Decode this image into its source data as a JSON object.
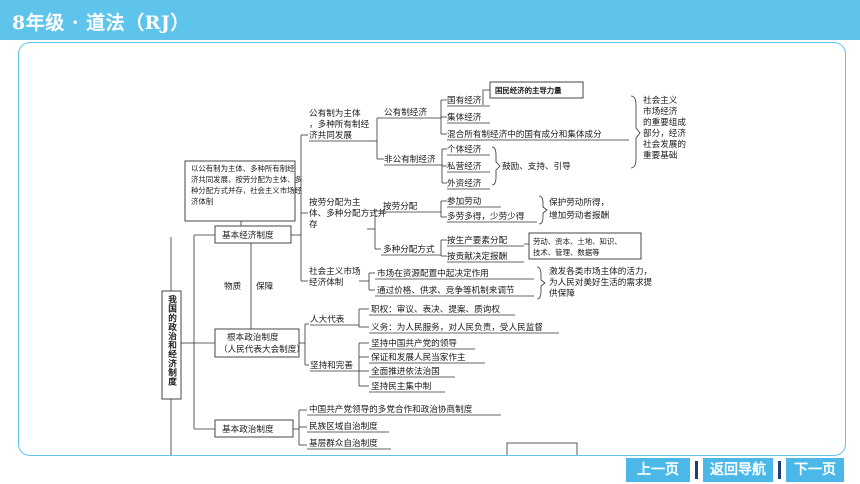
{
  "header": {
    "title": "8年级 · 道法（RJ）"
  },
  "colors": {
    "accent": "#5fc4ec",
    "button": "#4cb8e8"
  },
  "mindmap": {
    "root": "我国的政治和经济制度",
    "note_box": "以公有制为主体、多种所有制经济共同发展，按劳分配为主体、多种分配方式并存，社会主义市场经济体制",
    "link_left": "物质",
    "link_right": "保障",
    "economic": {
      "title": "基本经济制度",
      "ownership": {
        "label": "公有制为主体，多种所有制经济共同发展",
        "public": {
          "label": "公有制经济",
          "items": [
            "国有经济",
            "集体经济",
            "混合所有制经济中的国有成分和集体成分"
          ],
          "callout": "国民经济的主导力量"
        },
        "nonpublic": {
          "label": "非公有制经济",
          "items": [
            "个体经济",
            "私营经济",
            "外资经济"
          ],
          "policy": "鼓励、支持、引导"
        },
        "side_note": "社会主义市场经济的重要组成部分，经济社会发展的重要基础"
      },
      "distribution": {
        "label": "按劳分配为主体、多种分配方式并存",
        "labor": {
          "label": "按劳分配",
          "items": [
            "参加劳动",
            "多劳多得，少劳少得"
          ],
          "note": "保护劳动所得，增加劳动者报酬"
        },
        "multiple": {
          "label": "多种分配方式",
          "items": [
            "按生产要素分配",
            "按贡献决定报酬"
          ],
          "factors": "劳动、资本、土地、知识、技术、管理、数据等"
        }
      },
      "market": {
        "label": "社会主义市场经济体制",
        "items": [
          "市场在资源配置中起决定作用",
          "通过价格、供求、竞争等机制来调节"
        ],
        "note": "激发各类市场主体的活力，为人民对美好生活的需求提供保障"
      }
    },
    "fundamental": {
      "title": "根本政治制度（人民代表大会制度）",
      "deputies": {
        "label": "人大代表",
        "items": [
          "职权：审议、表决、提案、质询权",
          "义务：为人民服务，对人民负责，受人民监督"
        ]
      },
      "improve": {
        "label": "坚持和完善",
        "items": [
          "坚持中国共产党的领导",
          "保证和发展人民当家作主",
          "全面推进依法治国",
          "坚持民主集中制"
        ]
      }
    },
    "basic_political": {
      "title": "基本政治制度",
      "items": [
        "中国共产党领导的多党合作和政治协商制度",
        "民族区域自治制度",
        "基层群众自治制度"
      ]
    }
  },
  "nav": {
    "prev": "上一页",
    "home": "返回导航",
    "next": "下一页"
  }
}
